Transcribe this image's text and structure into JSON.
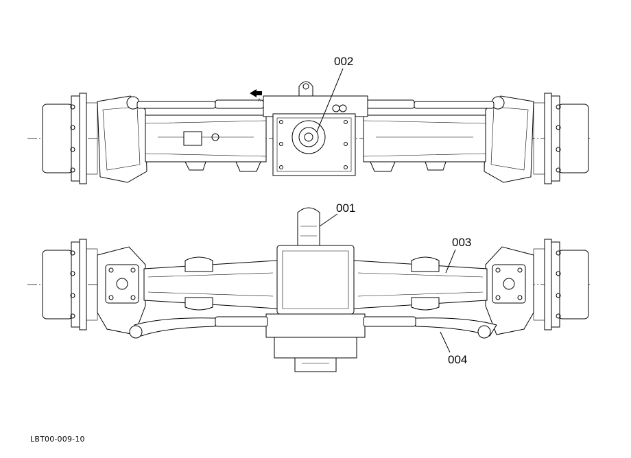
{
  "callouts": {
    "c001": "001",
    "c002": "002",
    "c003": "003",
    "c004": "004"
  },
  "doc_code": "LBT00-009-10",
  "arrow_marker": "A",
  "colors": {
    "line": "#000000",
    "background": "#ffffff"
  }
}
